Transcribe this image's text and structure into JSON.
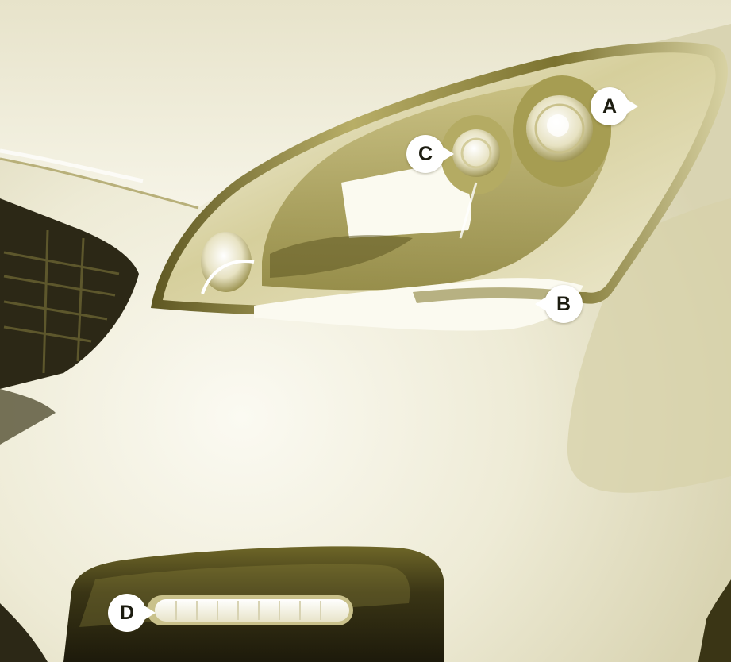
{
  "figure": {
    "subject": "vehicle-front-lighting",
    "palette": {
      "body_light": "#f4f2e2",
      "body_mid": "#ddd8b3",
      "chrome": "#a69d52",
      "chrome_dark": "#5a5320",
      "grille": "#2a2616",
      "led": "#ffffff"
    },
    "callouts": {
      "a": "A",
      "b": "B",
      "c": "C",
      "d": "D"
    }
  }
}
